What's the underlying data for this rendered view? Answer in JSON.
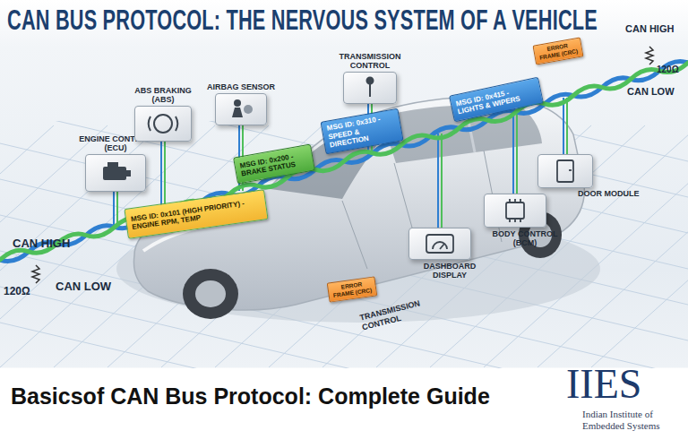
{
  "diagram": {
    "title": "CAN BUS PROTOCOL: THE NERVOUS SYSTEM OF A VEHICLE",
    "caption": "Basicsof CAN Bus Protocol: Complete Guide",
    "nodes": [
      {
        "text": [
          "ENGINE CONTROL (ECU)"
        ]
      },
      {
        "text": [
          "ABS BRAKING (ABS)"
        ]
      },
      {
        "text": [
          "AIRBAG SENSOR"
        ]
      },
      {
        "text": [
          "TRANSMISSION CONTROL"
        ]
      },
      {
        "text": [
          "MSG ID: 0x101 (HIGH PRIORITY) - ENGINE RPM, TEMP"
        ]
      },
      {
        "text": [
          "MSG ID: 0x200 - BRAKE STATUS"
        ]
      },
      {
        "text": [
          "MSG ID: 0x310 - SPEED & DIRECTION"
        ]
      },
      {
        "text": [
          "MSG ID: 0x415 - LIGHTS & WIPERS"
        ]
      },
      {
        "text": [
          "ERROR FRAME (CRC)"
        ]
      },
      {
        "text": [
          "DOOR MODULE"
        ]
      },
      {
        "text": [
          "BODY CONTROL (BCM)"
        ]
      },
      {
        "text": [
          "DASHBOARD DISPLAY"
        ]
      },
      {
        "text": [
          "ERROR FRAME (CRC)"
        ]
      }
    ],
    "labels": [
      "CAN HIGH",
      "120Ω",
      "CAN LOW",
      "CAN HIGH",
      "120Ω",
      "CAN LOW",
      "TRANSMISSION CONTROL",
      "IIES",
      "Indian Institute of Embedded Systems"
    ]
  }
}
